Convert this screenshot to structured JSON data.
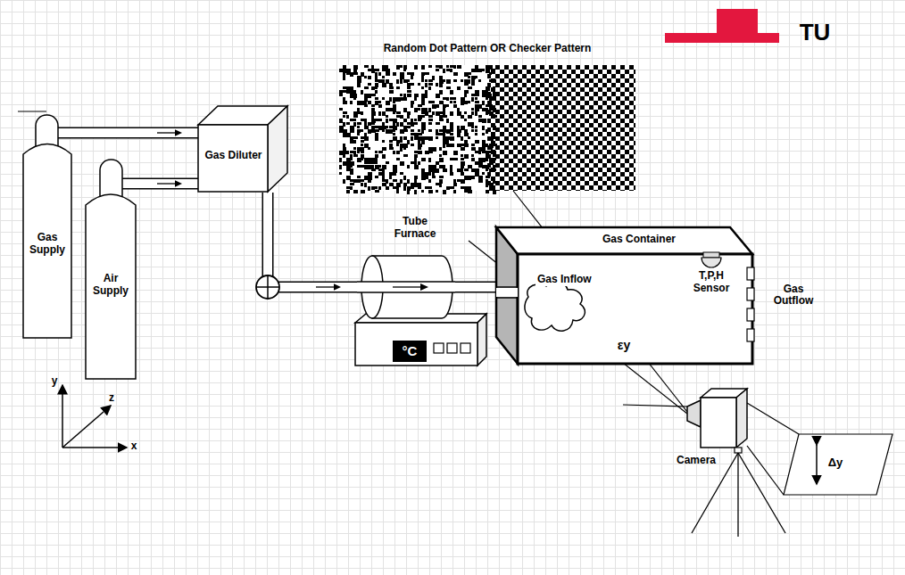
{
  "diagram": {
    "nodes": [
      {
        "text": [
          "Random Dot Pattern OR Checker Pattern"
        ]
      },
      {
        "text": [
          "Gas Supply"
        ]
      },
      {
        "text": [
          "Air Supply"
        ]
      },
      {
        "text": [
          "Gas Diluter"
        ]
      },
      {
        "text": [
          "Tube Furnace"
        ]
      },
      {
        "text": [
          "°C"
        ]
      },
      {
        "text": [
          "Gas Container"
        ]
      },
      {
        "text": [
          "Gas Inflow"
        ],
        "in": 6
      },
      {
        "text": [
          "T,P,H Sensor"
        ],
        "in": 6
      },
      {
        "text": [
          "Camera"
        ]
      }
    ],
    "edges": [
      {
        "from": 1,
        "to": 3,
        "arrow": "to"
      },
      {
        "from": 2,
        "to": 3,
        "arrow": "to"
      },
      {
        "from": 3,
        "to": 4,
        "arrow": "to"
      },
      {
        "from": 4,
        "to": 6,
        "arrow": "none"
      },
      {
        "from": 0,
        "to": 9,
        "arrow": "none"
      }
    ],
    "labels": [
      "TU",
      "Gas Outflow",
      "εy",
      "Δy",
      "y",
      "x",
      "z"
    ]
  }
}
